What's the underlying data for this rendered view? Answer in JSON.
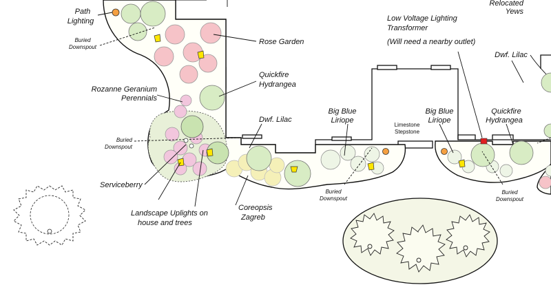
{
  "labels": {
    "path_lighting_1": "Path",
    "path_lighting_2": "Lighting",
    "buried_downspout_top_1": "Buried",
    "buried_downspout_top_2": "Downspout",
    "rose_garden": "Rose Garden",
    "quickfire_left_1": "Quickfire",
    "quickfire_left_2": "Hydrangea",
    "rozanne_1": "Rozanne Geranium",
    "rozanne_2": "Perennials",
    "buried_downspout_mid_1": "Buried",
    "buried_downspout_mid_2": "Downspout",
    "serviceberry": "Serviceberry",
    "uplights_1": "Landscape Uplights on",
    "uplights_2": "house and trees",
    "dwf_lilac_left": "Dwf. Lilac",
    "coreopsis_1": "Coreopsis",
    "coreopsis_2": "Zagreb",
    "big_blue_left_1": "Big Blue",
    "big_blue_left_2": "Liriope",
    "limestone_1": "Limestone",
    "limestone_2": "Stepstone",
    "buried_downspout_low_1": "Buried",
    "buried_downspout_low_2": "Downspout",
    "transformer_1": "Low Voltage Lighting",
    "transformer_2": "Transformer",
    "transformer_3": "(Will need a nearby outlet)",
    "big_blue_right_1": "Big Blue",
    "big_blue_right_2": "Liriope",
    "quickfire_right_1": "Quickfire",
    "quickfire_right_2": "Hydrangea",
    "dwf_lilac_right": "Dwf. Lilac",
    "relocated_1": "Relocated",
    "relocated_2": "Yews",
    "buried_downspout_right_1": "Buried",
    "buried_downspout_right_2": "Downspout"
  },
  "colors": {
    "rose": "#f6c3c8",
    "rose_light": "#f9dadd",
    "hydrangea": "#d8ecc4",
    "geranium": "#f2c6dd",
    "serviceberry_canopy": "#e8f0d8",
    "coreopsis": "#f5f0b8",
    "liriope": "#eef5e6",
    "uplight": "#ffe600",
    "path_light": "#f5a040",
    "transformer": "#e02020",
    "lawn_tree": "#f4f6e6"
  }
}
